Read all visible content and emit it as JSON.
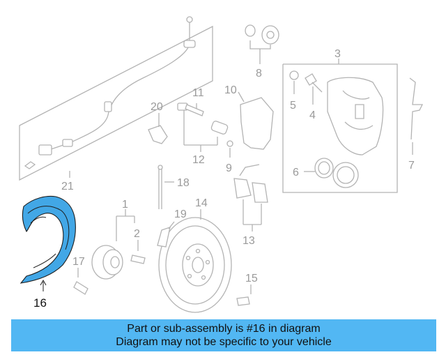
{
  "callouts": {
    "c1": "1",
    "c2": "2",
    "c3": "3",
    "c4": "4",
    "c5": "5",
    "c6": "6",
    "c7": "7",
    "c8": "8",
    "c9": "9",
    "c10": "10",
    "c11": "11",
    "c12": "12",
    "c13": "13",
    "c14": "14",
    "c15": "15",
    "c16": "16",
    "c17": "17",
    "c18": "18",
    "c19": "19",
    "c20": "20",
    "c21": "21"
  },
  "banner": {
    "line1": "Part or sub-assembly is #16 in diagram",
    "line2": "Diagram may not be specific to your vehicle"
  },
  "colors": {
    "highlight": "#42a7e6",
    "banner": "#52b7f3",
    "line": "#b3b3b3"
  }
}
